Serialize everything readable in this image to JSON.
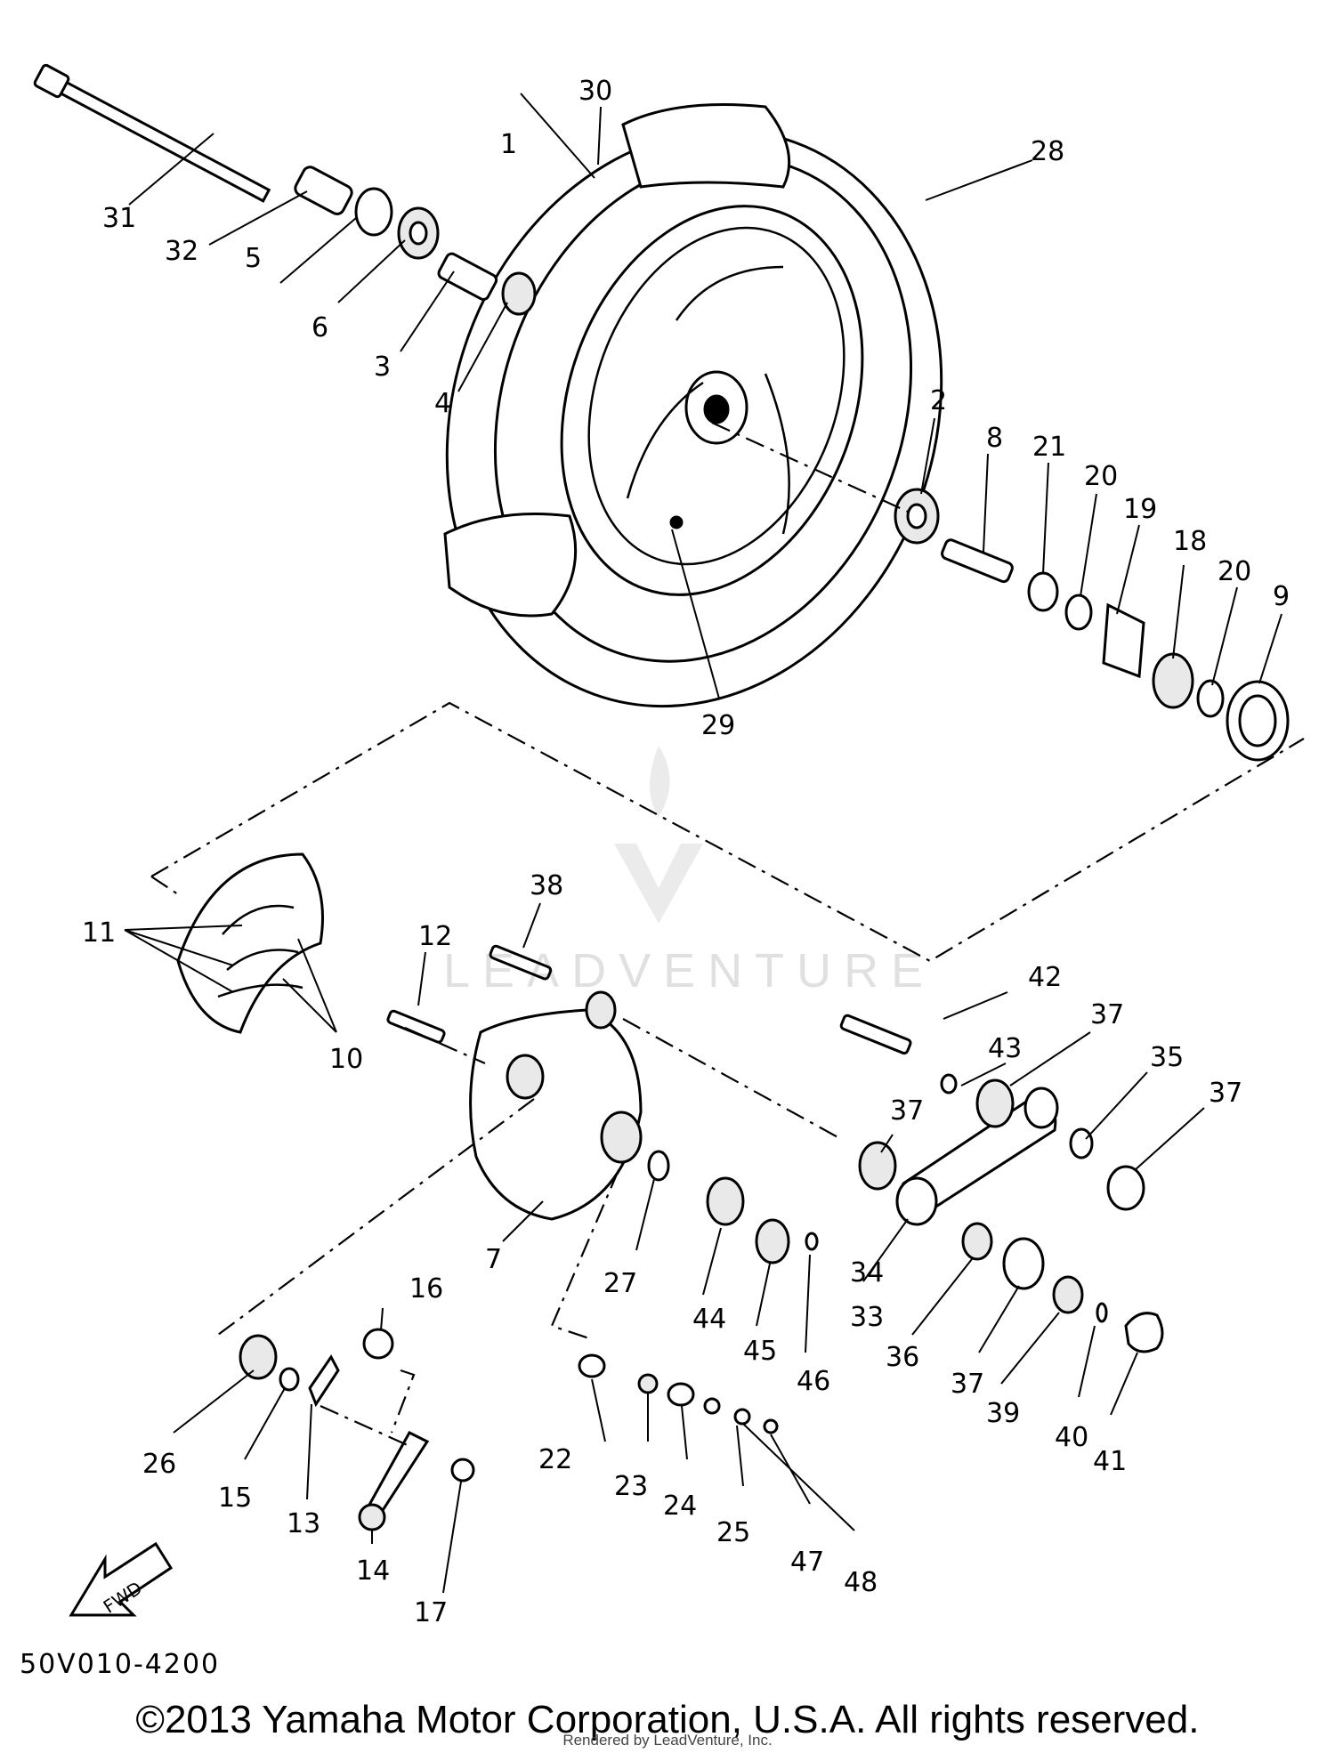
{
  "diagram": {
    "labels": [
      "1",
      "2",
      "3",
      "4",
      "5",
      "6",
      "7",
      "8",
      "9",
      "10",
      "11",
      "12",
      "13",
      "14",
      "15",
      "16",
      "17",
      "18",
      "19",
      "20",
      "20",
      "21",
      "22",
      "23",
      "24",
      "25",
      "26",
      "27",
      "28",
      "29",
      "30",
      "31",
      "32",
      "33",
      "34",
      "35",
      "36",
      "37",
      "37",
      "37",
      "37",
      "38",
      "39",
      "40",
      "41",
      "42",
      "43",
      "44",
      "45",
      "46",
      "47",
      "48"
    ]
  },
  "code_label": "50V010-4200",
  "copyright": "©2013 Yamaha Motor Corporation, U.S.A. All rights reserved.",
  "render_credit": "Rendered by LeadVenture, Inc.",
  "watermark": "LEADVENTURE",
  "fwd_label": "FWD"
}
